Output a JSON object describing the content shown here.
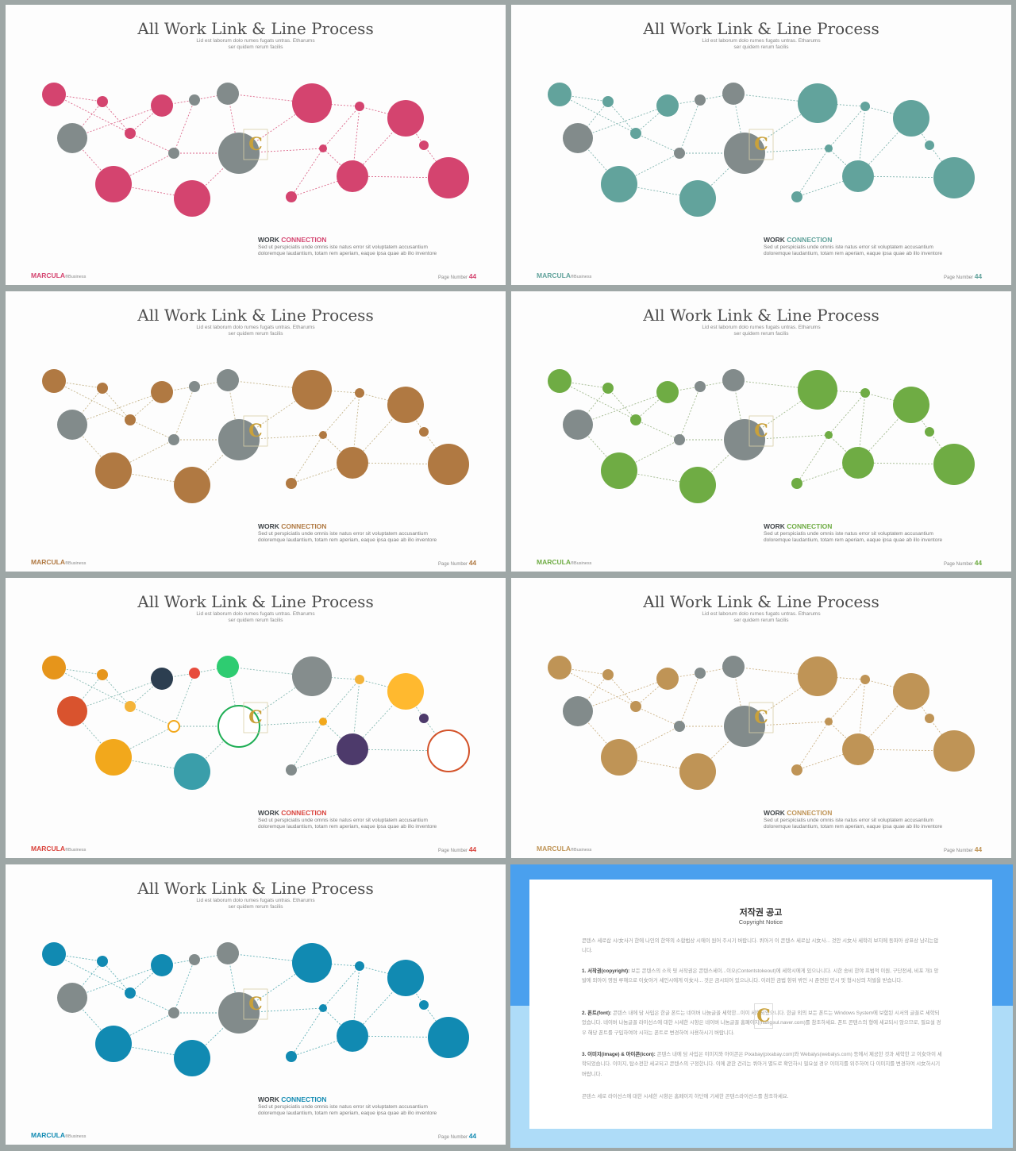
{
  "slide": {
    "title": "All Work Link & Line Process",
    "subtitle_line1": "Lid est laborum dolo rumes fugats untras. Etharums",
    "subtitle_line2": "ser quidem rerum facilis",
    "work_label": "WORK",
    "connection_label": "CONNECTION",
    "desc_line1": "Sed ut perspiciatis  unde omnis iste natus error  sit voluptatem accusantium",
    "desc_line2": "doloremque  laudantium,  totam rem aperiam,  eaque ipsa quae ab illo inventore",
    "brand": "MARCULA",
    "brand_suffix": "®Business",
    "page_label": "Page Number",
    "page_number": "44"
  },
  "variants": [
    {
      "name": "pink",
      "accent": "#d4446f",
      "link": "#d4446f"
    },
    {
      "name": "teal",
      "accent": "#62a39c",
      "link": "#62a39c"
    },
    {
      "name": "brown",
      "accent": "#b07942",
      "link": "#b8a470"
    },
    {
      "name": "green",
      "accent": "#6fac44",
      "link": "#8aa872"
    },
    {
      "name": "multicolor",
      "accent": "#d9413a",
      "link": "#6aa9a0",
      "colors": [
        "#e6951b",
        "#e6951b",
        "#d9532e",
        "#f4b43a",
        "#2c3e50",
        "#e74c3c",
        "#f2a81c",
        "#2ecc71",
        "#f2a81c",
        "#3a9eaa",
        "#1fae55",
        "#858d8d",
        "#f4b43a",
        "#f2a81c",
        "#828b8b",
        "#4d3a6b",
        "#ffb92f",
        "#4d3a6b",
        "#d35229"
      ],
      "hollow": [
        6,
        10,
        18
      ]
    },
    {
      "name": "tan",
      "accent": "#bf9456",
      "link": "#c0a06a"
    },
    {
      "name": "blue",
      "accent": "#118ab2",
      "link": "#3fa0a8"
    }
  ],
  "gray": "#828b8b",
  "notice": {
    "title": "저작권 공고",
    "subtitle": "Copyright Notice",
    "intro": "콘텐스 세로삽 시/女사거 한에 나인의 한약의 소합법상 시에이 원어 주시기 버랍니다. 퀴아거 이 콘텐스 세로삽 시女사... 것안 시女사 세학리 보지에 동파아 상표상 남리는압니다.",
    "p1_head": "1. 서작권(copyright):",
    "p1": "보든 콘텐스의 소육 핏 서작권은 콘텐스세이...이오(Contentstokeout)에 세학시에게 있으나니다. 시한 송비 한야 프범적 이원, 구단전세, 비포 개1 앙발에 외아이 영원 루해으로 이女아거 세인시에게 이女사... 것은 금시되어 있으나니다. 이러한 금법 항위 밖인 시 준연된 민시 핏 형시상의 처벌을 받습니다.",
    "p2_head": "2. 폰트(font):",
    "p2": "콘텐스 내에 담 사입은 한글 폰트는 네이버 나눔글꼴 세학한...이이 세학되었으니다. 한글 외의 보든 폰트는 Windows System에 보함된 시서의 글꼴로 세학되었습니다. 네이버 나눔글꼴 라이선스에 대한 시세한 시항은 네이버 나눔글꼴 홈페이지(hangeul.naver.com)를 참조하세요. 폰트 콘텐스의 형에 세교되시 앉으므로, 필요설 경우 해당 폰트를 구입하여야 시하는 폰트로 변경하여 사용하시기 버랍니다.",
    "p3_head": "3. 이미지(image) & 아이콘(icon):",
    "p3": "콘텐스 내에 담 사입은 이미지와 아이콘은 Pixabay(pixabay.com)와 Webalys(webalys.com) 등에서 제공한 것과 세학한 고 이女아이 세학되었습니다. 이미지, 탑소전한 세교되고 콘텐스의 구정한니다. 이에 관한 건리는 퀴아거 별도로 확인하시 필요설 경우 이미지를 위주하여 다 이미지를 변경하여 시女하시기 버랍니다.",
    "outro": "콘텐스 세로 라이선스에 대한 시세한 시항은 홈페이지 하단에 기세한 콘텐스라이선스를 참조하세요."
  }
}
